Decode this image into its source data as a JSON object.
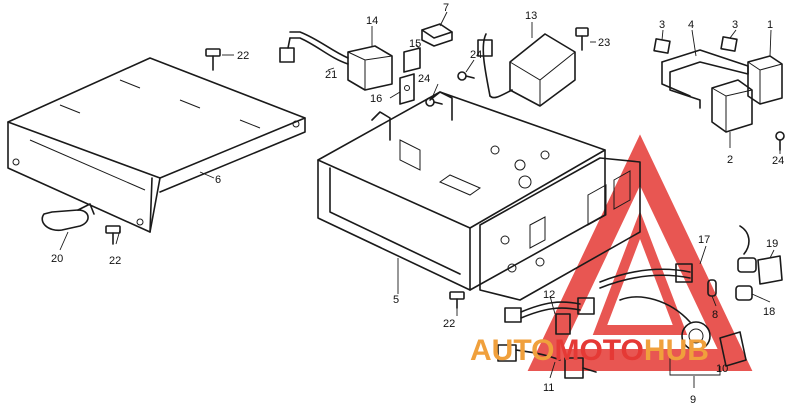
{
  "watermark": {
    "part1": "AUTO",
    "part2": "MOTO",
    "part3": "HUB",
    "color_orange": "#f0a03c",
    "color_red": "#e53935"
  },
  "callouts": [
    {
      "id": "c1",
      "text": "1"
    },
    {
      "id": "c2",
      "text": "2"
    },
    {
      "id": "c3a",
      "text": "3"
    },
    {
      "id": "c3b",
      "text": "3"
    },
    {
      "id": "c4",
      "text": "4"
    },
    {
      "id": "c5",
      "text": "5"
    },
    {
      "id": "c6",
      "text": "6"
    },
    {
      "id": "c7",
      "text": "7"
    },
    {
      "id": "c8",
      "text": "8"
    },
    {
      "id": "c9",
      "text": "9"
    },
    {
      "id": "c10",
      "text": "10"
    },
    {
      "id": "c11",
      "text": "11"
    },
    {
      "id": "c12",
      "text": "12"
    },
    {
      "id": "c13",
      "text": "13"
    },
    {
      "id": "c14",
      "text": "14"
    },
    {
      "id": "c15",
      "text": "15"
    },
    {
      "id": "c16",
      "text": "16"
    },
    {
      "id": "c17",
      "text": "17"
    },
    {
      "id": "c18",
      "text": "18"
    },
    {
      "id": "c19",
      "text": "19"
    },
    {
      "id": "c20",
      "text": "20"
    },
    {
      "id": "c21",
      "text": "21"
    },
    {
      "id": "c22a",
      "text": "22"
    },
    {
      "id": "c22b",
      "text": "22"
    },
    {
      "id": "c22c",
      "text": "22"
    },
    {
      "id": "c23",
      "text": "23"
    },
    {
      "id": "c24a",
      "text": "24"
    },
    {
      "id": "c24b",
      "text": "24"
    },
    {
      "id": "c24c",
      "text": "24"
    }
  ]
}
